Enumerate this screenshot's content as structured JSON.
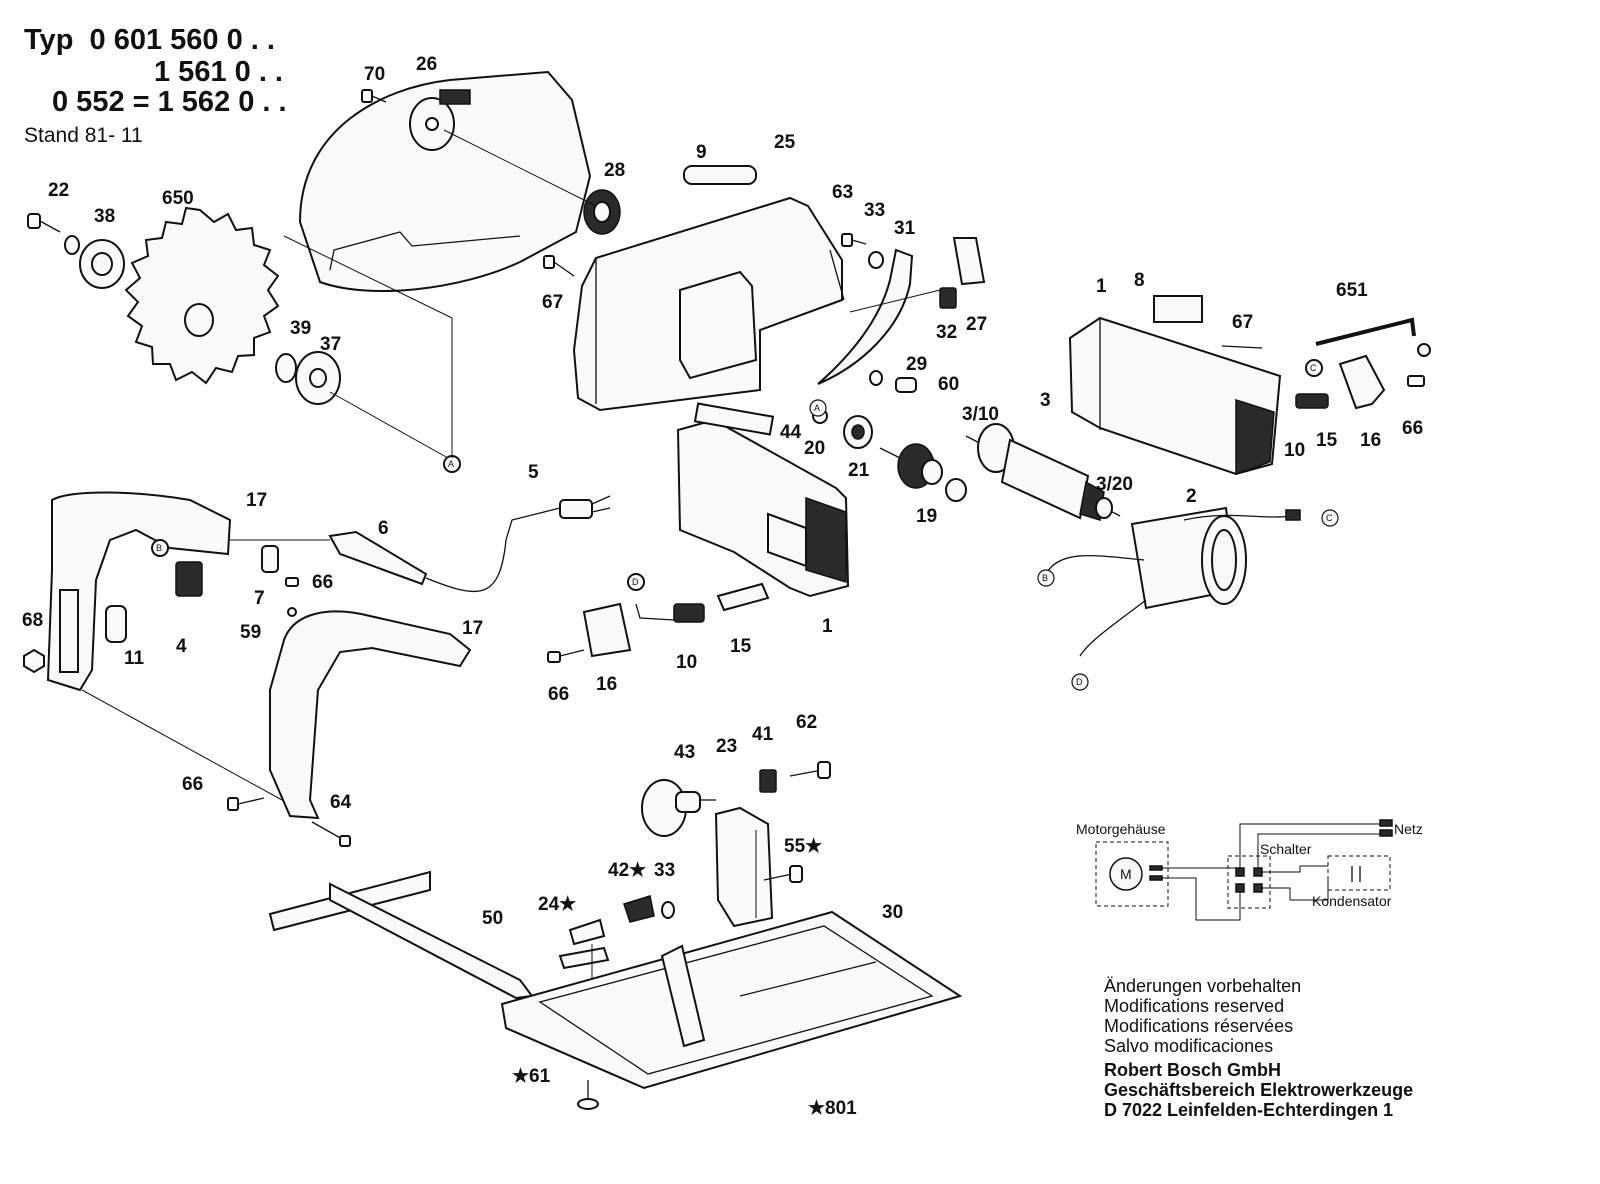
{
  "header": {
    "line1": "Typ  0 601 560 0 . .",
    "line2": "1 561 0 . .",
    "line3": "0 552 = 1 562 0 . .",
    "stand": "Stand 81- 11"
  },
  "labels": [
    {
      "id": "70",
      "text": "70"
    },
    {
      "id": "26",
      "text": "26"
    },
    {
      "id": "22",
      "text": "22"
    },
    {
      "id": "38",
      "text": "38"
    },
    {
      "id": "650",
      "text": "650"
    },
    {
      "id": "28",
      "text": "28"
    },
    {
      "id": "9",
      "text": "9"
    },
    {
      "id": "25",
      "text": "25"
    },
    {
      "id": "63",
      "text": "63"
    },
    {
      "id": "33a",
      "text": "33"
    },
    {
      "id": "31",
      "text": "31"
    },
    {
      "id": "67a",
      "text": "67"
    },
    {
      "id": "27",
      "text": "27"
    },
    {
      "id": "32",
      "text": "32"
    },
    {
      "id": "39",
      "text": "39"
    },
    {
      "id": "37",
      "text": "37"
    },
    {
      "id": "29",
      "text": "29"
    },
    {
      "id": "60",
      "text": "60"
    },
    {
      "id": "1a",
      "text": "1"
    },
    {
      "id": "8",
      "text": "8"
    },
    {
      "id": "651",
      "text": "651"
    },
    {
      "id": "67b",
      "text": "67"
    },
    {
      "id": "3_10",
      "text": "3/10"
    },
    {
      "id": "3",
      "text": "3"
    },
    {
      "id": "44",
      "text": "44"
    },
    {
      "id": "20",
      "text": "20"
    },
    {
      "id": "21",
      "text": "21"
    },
    {
      "id": "19",
      "text": "19"
    },
    {
      "id": "3_20",
      "text": "3/20"
    },
    {
      "id": "10a",
      "text": "10"
    },
    {
      "id": "15a",
      "text": "15"
    },
    {
      "id": "16a",
      "text": "16"
    },
    {
      "id": "66a",
      "text": "66"
    },
    {
      "id": "2",
      "text": "2"
    },
    {
      "id": "17a",
      "text": "17"
    },
    {
      "id": "5",
      "text": "5"
    },
    {
      "id": "6",
      "text": "6"
    },
    {
      "id": "66b",
      "text": "66"
    },
    {
      "id": "7",
      "text": "7"
    },
    {
      "id": "68",
      "text": "68"
    },
    {
      "id": "11",
      "text": "11"
    },
    {
      "id": "4",
      "text": "4"
    },
    {
      "id": "59",
      "text": "59"
    },
    {
      "id": "17b",
      "text": "17"
    },
    {
      "id": "1b",
      "text": "1"
    },
    {
      "id": "15b",
      "text": "15"
    },
    {
      "id": "10b",
      "text": "10"
    },
    {
      "id": "16b",
      "text": "16"
    },
    {
      "id": "66c",
      "text": "66"
    },
    {
      "id": "43",
      "text": "43"
    },
    {
      "id": "23",
      "text": "23"
    },
    {
      "id": "41",
      "text": "41"
    },
    {
      "id": "62",
      "text": "62"
    },
    {
      "id": "55",
      "text": "55★"
    },
    {
      "id": "66d",
      "text": "66"
    },
    {
      "id": "64",
      "text": "64"
    },
    {
      "id": "42",
      "text": "42★"
    },
    {
      "id": "33b",
      "text": "33"
    },
    {
      "id": "24",
      "text": "24★"
    },
    {
      "id": "50",
      "text": "50"
    },
    {
      "id": "30",
      "text": "30"
    },
    {
      "id": "61",
      "text": "★61"
    },
    {
      "id": "801",
      "text": "★801"
    }
  ],
  "circle_refs": {
    "A": "A",
    "B": "B",
    "C": "C",
    "D": "D"
  },
  "schematic": {
    "motor_housing": "Motorgehäuse",
    "motor": "M",
    "mains": "Netz",
    "switch": "Schalter",
    "capacitor": "Kondensator"
  },
  "footer": {
    "lines": [
      "Änderungen vorbehalten",
      "Modifications reserved",
      "Modifications réservées",
      "Salvo modificaciones"
    ],
    "company": [
      "Robert Bosch GmbH",
      "Geschäftsbereich Elektrowerkzeuge",
      "D 7022 Leinfelden-Echterdingen 1"
    ]
  }
}
